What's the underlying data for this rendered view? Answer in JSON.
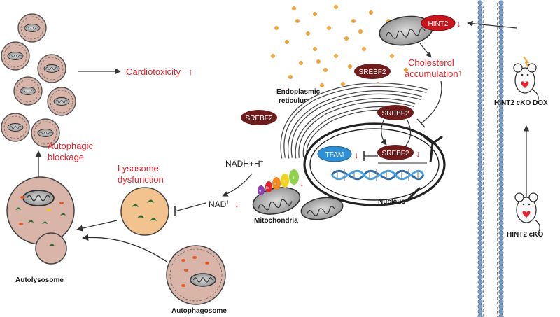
{
  "labels": {
    "cardiotoxicity": "Cardiotoxicity",
    "autophagic_1": "Autophagic",
    "autophagic_2": "blockage",
    "lysosome_1": "Lysosome",
    "lysosome_2": "dysfunction",
    "autolysosome": "Autolysosome",
    "autophagosome": "Autophagosome",
    "nadh": "NADH+H",
    "nadh_sup": "+",
    "nad": "NAD",
    "nad_sup": "+",
    "mitochondria": "Mitochondria",
    "nucleus": "Nucleus",
    "er_1": "Endoplasmic",
    "er_2": "reticulum",
    "cholesterol_1": "Cholesterol",
    "cholesterol_2": "accumulation",
    "hint2_dox": "HINT2 cKO DOX",
    "hint2_cko": "HINT2 cKO",
    "hint2_badge": "HINT2",
    "tfam": "TFAM",
    "srebf2": "SREBF2",
    "up": "↑",
    "down": "↓",
    "complex_i": "I",
    "complex_ii": "II",
    "complex_iii": "III",
    "complex_iv": "IV",
    "complex_v": "V"
  },
  "colors": {
    "red": "#e8222d",
    "srebf2": "#6e1c1c",
    "tfam": "#2f8fd4",
    "hint2": "#c8161e",
    "cell": "#d9b4a8",
    "lysosome": "#f2c38f",
    "membrane_head": "#7f9fc4",
    "er_dots": "#f2a33a",
    "complex_i": "#8fd14f",
    "complex_ii": "#f2d21f",
    "complex_iii": "#f28a1f",
    "complex_iv": "#e8222d",
    "complex_v": "#8e3fb1"
  }
}
